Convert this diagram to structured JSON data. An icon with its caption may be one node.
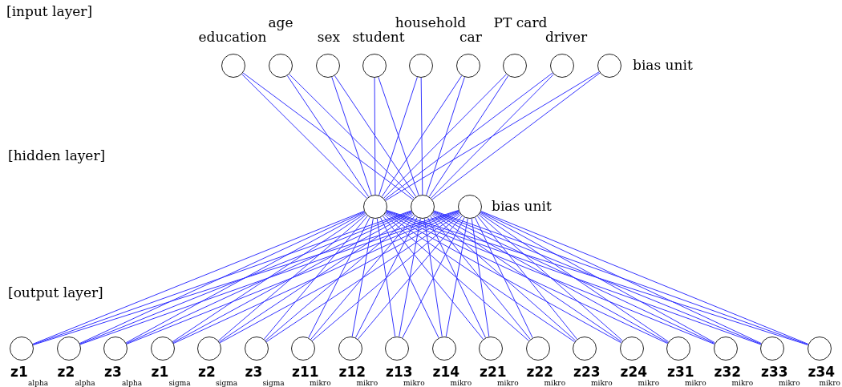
{
  "diagram": {
    "nodes": [
      {
        "text": [],
        "shape": "circle",
        "beside": [
          "education"
        ]
      },
      {
        "text": [],
        "shape": "circle",
        "beside": [
          "age"
        ]
      },
      {
        "text": [],
        "shape": "circle",
        "beside": [
          "sex"
        ]
      },
      {
        "text": [],
        "shape": "circle",
        "beside": [
          "student"
        ]
      },
      {
        "text": [],
        "shape": "circle",
        "beside": [
          "household"
        ]
      },
      {
        "text": [],
        "shape": "circle",
        "beside": [
          "car"
        ]
      },
      {
        "text": [],
        "shape": "circle",
        "beside": [
          "PT card"
        ]
      },
      {
        "text": [],
        "shape": "circle",
        "beside": [
          "driver"
        ]
      },
      {
        "text": [],
        "shape": "circle",
        "beside": [
          "bias unit"
        ]
      },
      {
        "text": [],
        "shape": "circle"
      },
      {
        "text": [],
        "shape": "circle"
      },
      {
        "text": [],
        "shape": "circle",
        "beside": [
          "bias unit"
        ]
      },
      {
        "text": [],
        "shape": "circle",
        "beside": [
          "z1",
          "alpha"
        ]
      },
      {
        "text": [],
        "shape": "circle",
        "beside": [
          "z2",
          "alpha"
        ]
      },
      {
        "text": [],
        "shape": "circle",
        "beside": [
          "z3",
          "alpha"
        ]
      },
      {
        "text": [],
        "shape": "circle",
        "beside": [
          "z1",
          "sigma"
        ]
      },
      {
        "text": [],
        "shape": "circle",
        "beside": [
          "z2",
          "sigma"
        ]
      },
      {
        "text": [],
        "shape": "circle",
        "beside": [
          "z3",
          "sigma"
        ]
      },
      {
        "text": [],
        "shape": "circle",
        "beside": [
          "z11",
          "mikro"
        ]
      },
      {
        "text": [],
        "shape": "circle",
        "beside": [
          "z12",
          "mikro"
        ]
      },
      {
        "text": [],
        "shape": "circle",
        "beside": [
          "z13",
          "mikro"
        ]
      },
      {
        "text": [],
        "shape": "circle",
        "beside": [
          "z14",
          "mikro"
        ]
      },
      {
        "text": [],
        "shape": "circle",
        "beside": [
          "z21",
          "mikro"
        ]
      },
      {
        "text": [],
        "shape": "circle",
        "beside": [
          "z22",
          "mikro"
        ]
      },
      {
        "text": [],
        "shape": "circle",
        "beside": [
          "z23",
          "mikro"
        ]
      },
      {
        "text": [],
        "shape": "circle",
        "beside": [
          "z24",
          "mikro"
        ]
      },
      {
        "text": [],
        "shape": "circle",
        "beside": [
          "z31",
          "mikro"
        ]
      },
      {
        "text": [],
        "shape": "circle",
        "beside": [
          "z32",
          "mikro"
        ]
      },
      {
        "text": [],
        "shape": "circle",
        "beside": [
          "z33",
          "mikro"
        ]
      },
      {
        "text": [],
        "shape": "circle",
        "beside": [
          "z34",
          "mikro"
        ]
      }
    ],
    "edges": [
      {
        "from": 0,
        "to": 9,
        "arrow": "none"
      },
      {
        "from": 0,
        "to": 10,
        "arrow": "none"
      },
      {
        "from": 1,
        "to": 9,
        "arrow": "none"
      },
      {
        "from": 1,
        "to": 10,
        "arrow": "none"
      },
      {
        "from": 2,
        "to": 9,
        "arrow": "none"
      },
      {
        "from": 2,
        "to": 10,
        "arrow": "none"
      },
      {
        "from": 3,
        "to": 9,
        "arrow": "none"
      },
      {
        "from": 3,
        "to": 10,
        "arrow": "none"
      },
      {
        "from": 4,
        "to": 9,
        "arrow": "none"
      },
      {
        "from": 4,
        "to": 10,
        "arrow": "none"
      },
      {
        "from": 5,
        "to": 9,
        "arrow": "none"
      },
      {
        "from": 5,
        "to": 10,
        "arrow": "none"
      },
      {
        "from": 6,
        "to": 9,
        "arrow": "none"
      },
      {
        "from": 6,
        "to": 10,
        "arrow": "none"
      },
      {
        "from": 7,
        "to": 9,
        "arrow": "none"
      },
      {
        "from": 7,
        "to": 10,
        "arrow": "none"
      },
      {
        "from": 8,
        "to": 9,
        "arrow": "none"
      },
      {
        "from": 8,
        "to": 10,
        "arrow": "none"
      },
      {
        "from": 9,
        "to": 12,
        "arrow": "none"
      },
      {
        "from": 10,
        "to": 12,
        "arrow": "none"
      },
      {
        "from": 11,
        "to": 12,
        "arrow": "none"
      },
      {
        "from": 9,
        "to": 13,
        "arrow": "none"
      },
      {
        "from": 10,
        "to": 13,
        "arrow": "none"
      },
      {
        "from": 11,
        "to": 13,
        "arrow": "none"
      },
      {
        "from": 9,
        "to": 14,
        "arrow": "none"
      },
      {
        "from": 10,
        "to": 14,
        "arrow": "none"
      },
      {
        "from": 11,
        "to": 14,
        "arrow": "none"
      },
      {
        "from": 9,
        "to": 15,
        "arrow": "none"
      },
      {
        "from": 10,
        "to": 15,
        "arrow": "none"
      },
      {
        "from": 11,
        "to": 15,
        "arrow": "none"
      },
      {
        "from": 9,
        "to": 16,
        "arrow": "none"
      },
      {
        "from": 10,
        "to": 16,
        "arrow": "none"
      },
      {
        "from": 11,
        "to": 16,
        "arrow": "none"
      },
      {
        "from": 9,
        "to": 17,
        "arrow": "none"
      },
      {
        "from": 10,
        "to": 17,
        "arrow": "none"
      },
      {
        "from": 11,
        "to": 17,
        "arrow": "none"
      },
      {
        "from": 9,
        "to": 18,
        "arrow": "none"
      },
      {
        "from": 10,
        "to": 18,
        "arrow": "none"
      },
      {
        "from": 11,
        "to": 18,
        "arrow": "none"
      },
      {
        "from": 9,
        "to": 19,
        "arrow": "none"
      },
      {
        "from": 10,
        "to": 19,
        "arrow": "none"
      },
      {
        "from": 11,
        "to": 19,
        "arrow": "none"
      },
      {
        "from": 9,
        "to": 20,
        "arrow": "none"
      },
      {
        "from": 10,
        "to": 20,
        "arrow": "none"
      },
      {
        "from": 11,
        "to": 20,
        "arrow": "none"
      },
      {
        "from": 9,
        "to": 21,
        "arrow": "none"
      },
      {
        "from": 10,
        "to": 21,
        "arrow": "none"
      },
      {
        "from": 11,
        "to": 21,
        "arrow": "none"
      },
      {
        "from": 9,
        "to": 22,
        "arrow": "none"
      },
      {
        "from": 10,
        "to": 22,
        "arrow": "none"
      },
      {
        "from": 11,
        "to": 22,
        "arrow": "none"
      },
      {
        "from": 9,
        "to": 23,
        "arrow": "none"
      },
      {
        "from": 10,
        "to": 23,
        "arrow": "none"
      },
      {
        "from": 11,
        "to": 23,
        "arrow": "none"
      },
      {
        "from": 9,
        "to": 24,
        "arrow": "none"
      },
      {
        "from": 10,
        "to": 24,
        "arrow": "none"
      },
      {
        "from": 11,
        "to": 24,
        "arrow": "none"
      },
      {
        "from": 9,
        "to": 25,
        "arrow": "none"
      },
      {
        "from": 10,
        "to": 25,
        "arrow": "none"
      },
      {
        "from": 11,
        "to": 25,
        "arrow": "none"
      },
      {
        "from": 9,
        "to": 26,
        "arrow": "none"
      },
      {
        "from": 10,
        "to": 26,
        "arrow": "none"
      },
      {
        "from": 11,
        "to": 26,
        "arrow": "none"
      },
      {
        "from": 9,
        "to": 27,
        "arrow": "none"
      },
      {
        "from": 10,
        "to": 27,
        "arrow": "none"
      },
      {
        "from": 11,
        "to": 27,
        "arrow": "none"
      },
      {
        "from": 9,
        "to": 28,
        "arrow": "none"
      },
      {
        "from": 10,
        "to": 28,
        "arrow": "none"
      },
      {
        "from": 11,
        "to": 28,
        "arrow": "none"
      },
      {
        "from": 9,
        "to": 29,
        "arrow": "none"
      },
      {
        "from": 10,
        "to": 29,
        "arrow": "none"
      },
      {
        "from": 11,
        "to": 29,
        "arrow": "none"
      }
    ],
    "labels": [
      "[input layer]",
      "[hidden layer]",
      "[output layer]"
    ]
  }
}
